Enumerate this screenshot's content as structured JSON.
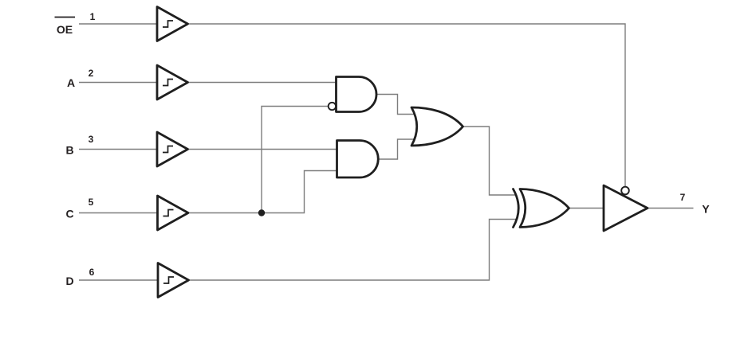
{
  "diagram": {
    "kind": "logic-circuit-diagram",
    "colors": {
      "background": "#ffffff",
      "wire": "#7d7d7d",
      "gate": "#1f1f1f",
      "text": "#231f20"
    },
    "inputs": [
      {
        "id": "oe",
        "label": "OE",
        "overline": true,
        "pin": "1",
        "buffer": "schmitt-trigger"
      },
      {
        "id": "a",
        "label": "A",
        "overline": false,
        "pin": "2",
        "buffer": "schmitt-trigger"
      },
      {
        "id": "b",
        "label": "B",
        "overline": false,
        "pin": "3",
        "buffer": "schmitt-trigger"
      },
      {
        "id": "c",
        "label": "C",
        "overline": false,
        "pin": "5",
        "buffer": "schmitt-trigger"
      },
      {
        "id": "d",
        "label": "D",
        "overline": false,
        "pin": "6",
        "buffer": "schmitt-trigger"
      }
    ],
    "output": {
      "id": "y",
      "label": "Y",
      "pin": "7",
      "buffer": "tri-state-buffer-active-low-enable"
    },
    "gates": [
      {
        "name": "and1",
        "type": "and",
        "inputs": [
          "A",
          "C-inverted-bubble"
        ]
      },
      {
        "name": "and2",
        "type": "and",
        "inputs": [
          "B",
          "C"
        ]
      },
      {
        "name": "or1",
        "type": "or",
        "inputs": [
          "and1",
          "and2"
        ]
      },
      {
        "name": "xor1",
        "type": "xor",
        "inputs": [
          "or1",
          "D"
        ]
      },
      {
        "name": "outbuf",
        "type": "buffer",
        "enable": "OE"
      }
    ]
  }
}
